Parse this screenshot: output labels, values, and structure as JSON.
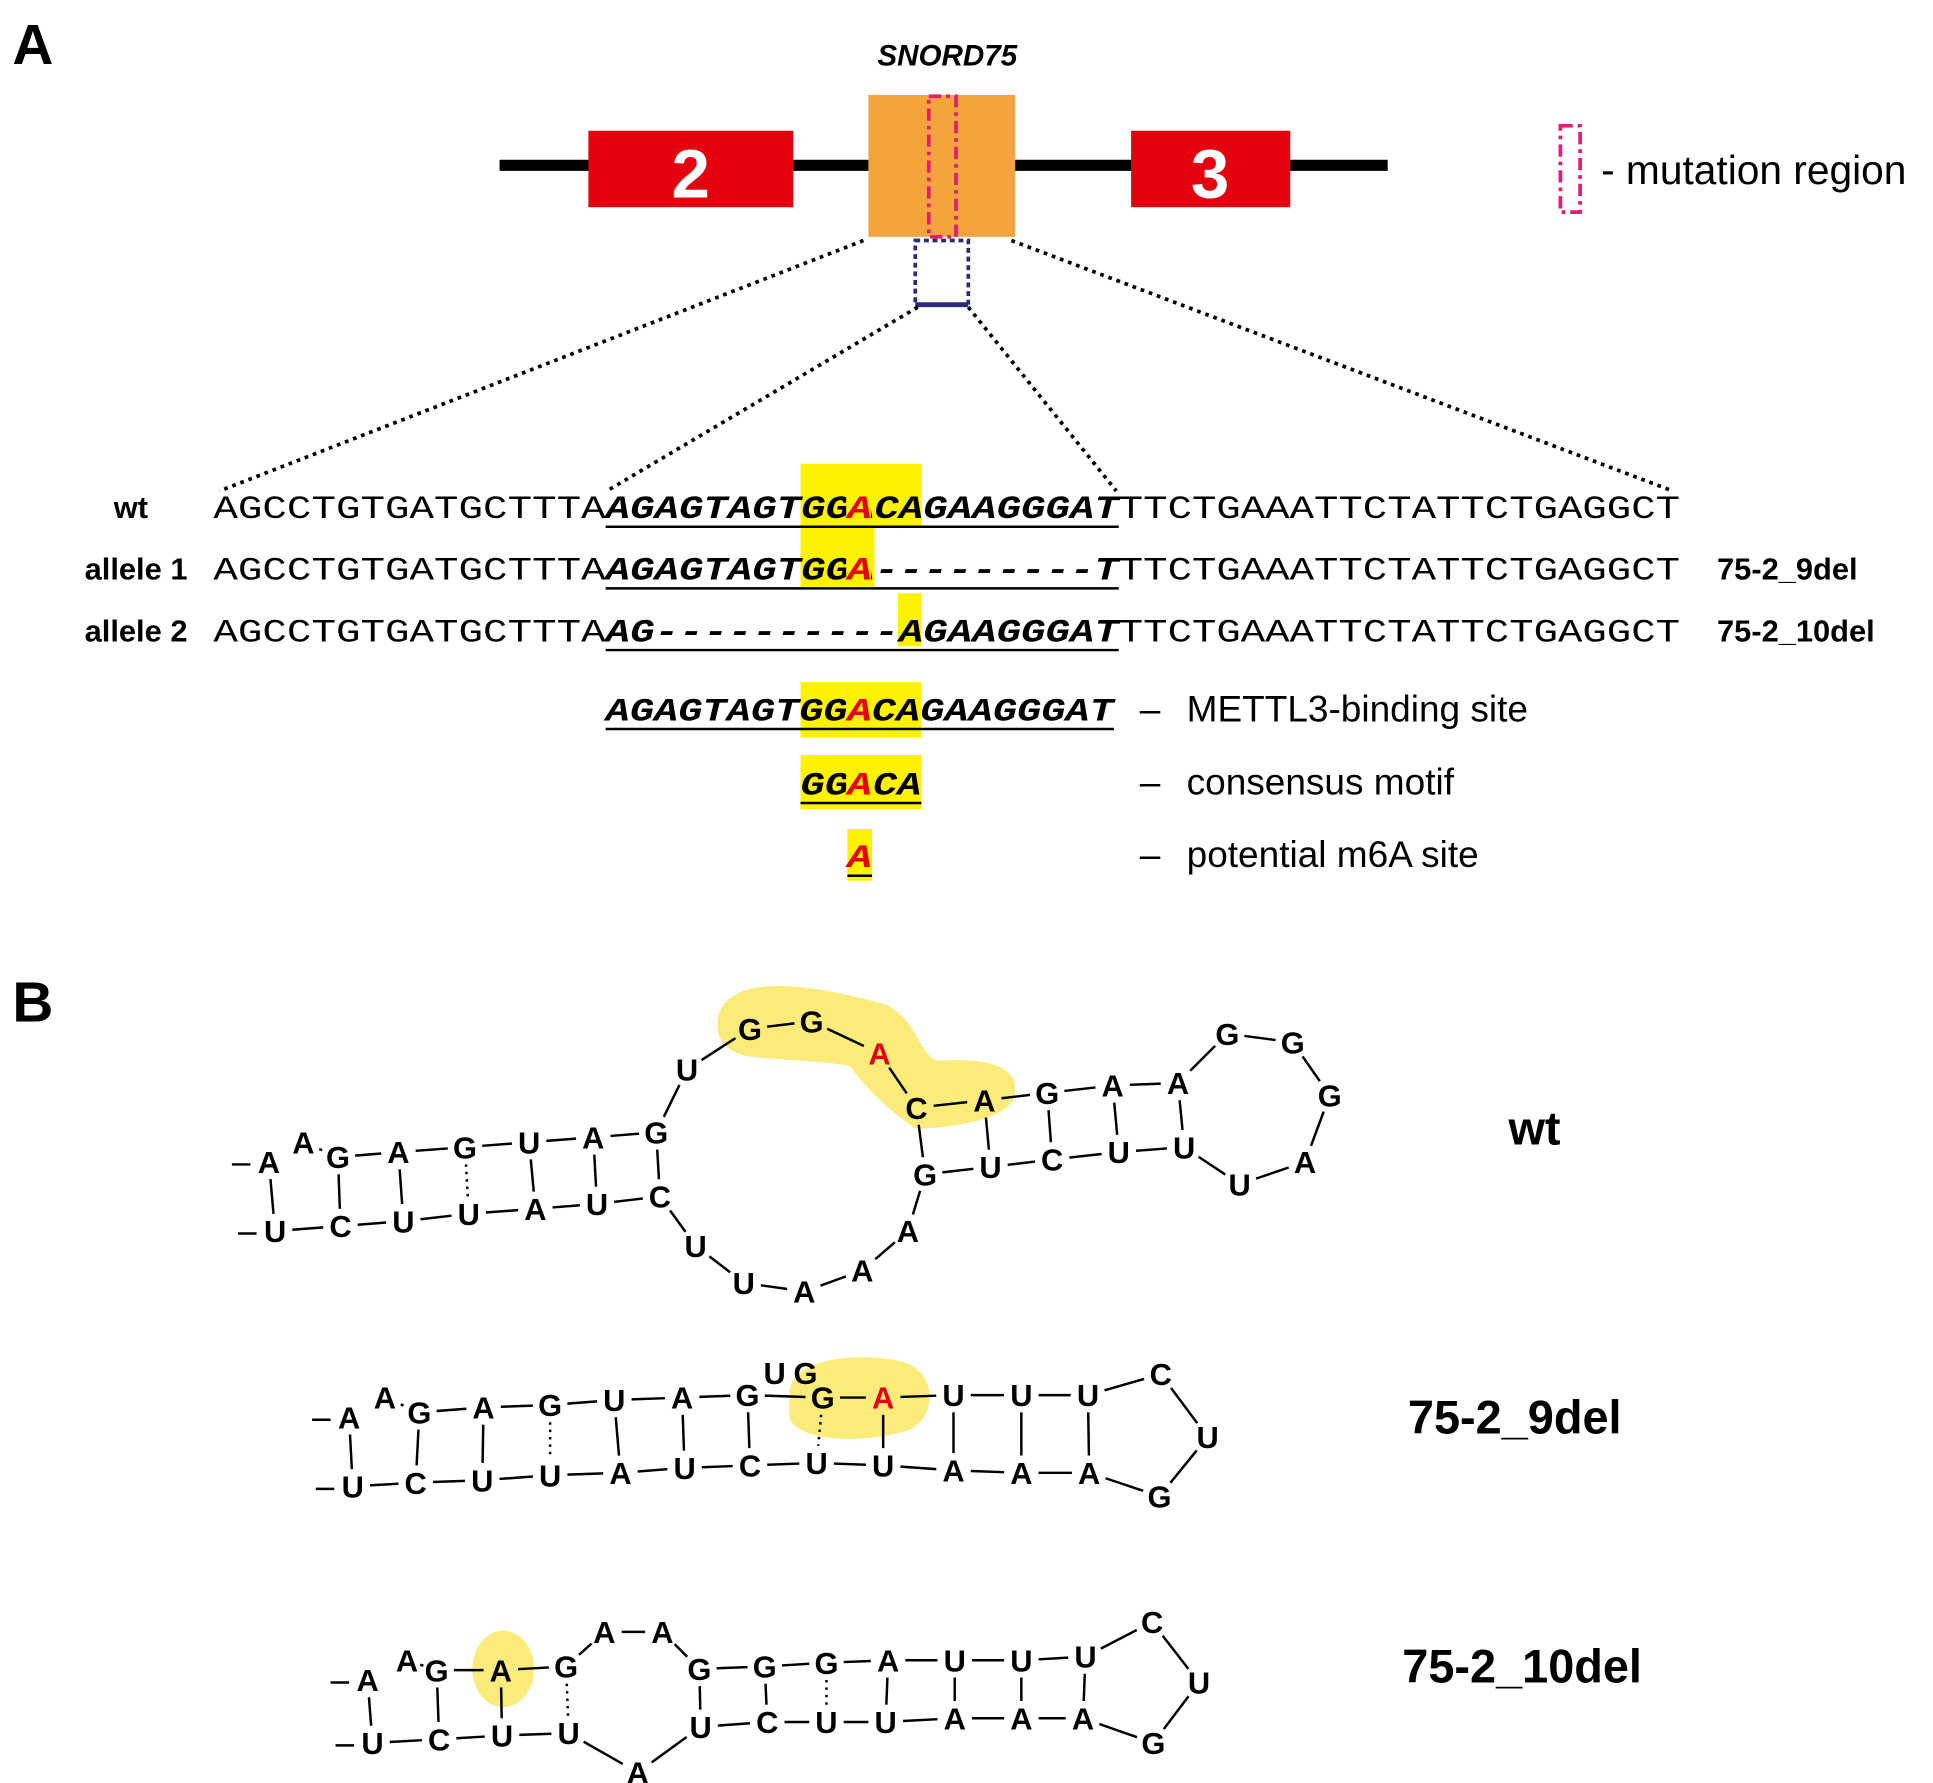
{
  "panels": {
    "a": "A",
    "b": "B"
  },
  "gene": {
    "name": "SNORD75",
    "exon_left": "2",
    "exon_right": "3",
    "legend": "- mutation region"
  },
  "colors": {
    "exon": "#e3000f",
    "snord": "#f5a33c",
    "mutation_box": "#e0206e",
    "zoom_box": "#2b2b7a",
    "highlight": "#fff200",
    "rna_highlight": "#fbe96b",
    "m6a": "#e3000f"
  },
  "sequences": [
    {
      "label": "wt",
      "left": "AGCCTGTGATGCTTTA",
      "core": "AGAGTAGTGGACAGAAGGGAT",
      "right": "TTCTGAAATTCTATTCTGAGGCT",
      "allele": ""
    },
    {
      "label": "allele 1",
      "left": "AGCCTGTGATGCTTTA",
      "core": "AGAGTAGTGGA---------T",
      "right": "TTCTGAAATTCTATTCTGAGGCT",
      "allele": "75-2_9del"
    },
    {
      "label": "allele 2",
      "left": "AGCCTGTGATGCTTTA",
      "core": "AG----------AGAAGGGAT",
      "right": "TTCTGAAATTCTATTCTGAGGCT",
      "allele": "75-2_10del"
    }
  ],
  "key": [
    {
      "seq": "AGAGTAGTGGACAGAAGGGAT",
      "dash": "–",
      "desc": "METTL3-binding site"
    },
    {
      "seq": "GGACA",
      "dash": "–",
      "desc": "consensus motif"
    },
    {
      "seq": "A",
      "dash": "–",
      "desc": "potential m6A site"
    }
  ],
  "structures": [
    {
      "label": "wt"
    },
    {
      "label": "75-2_9del"
    },
    {
      "label": "75-2_10del"
    }
  ]
}
